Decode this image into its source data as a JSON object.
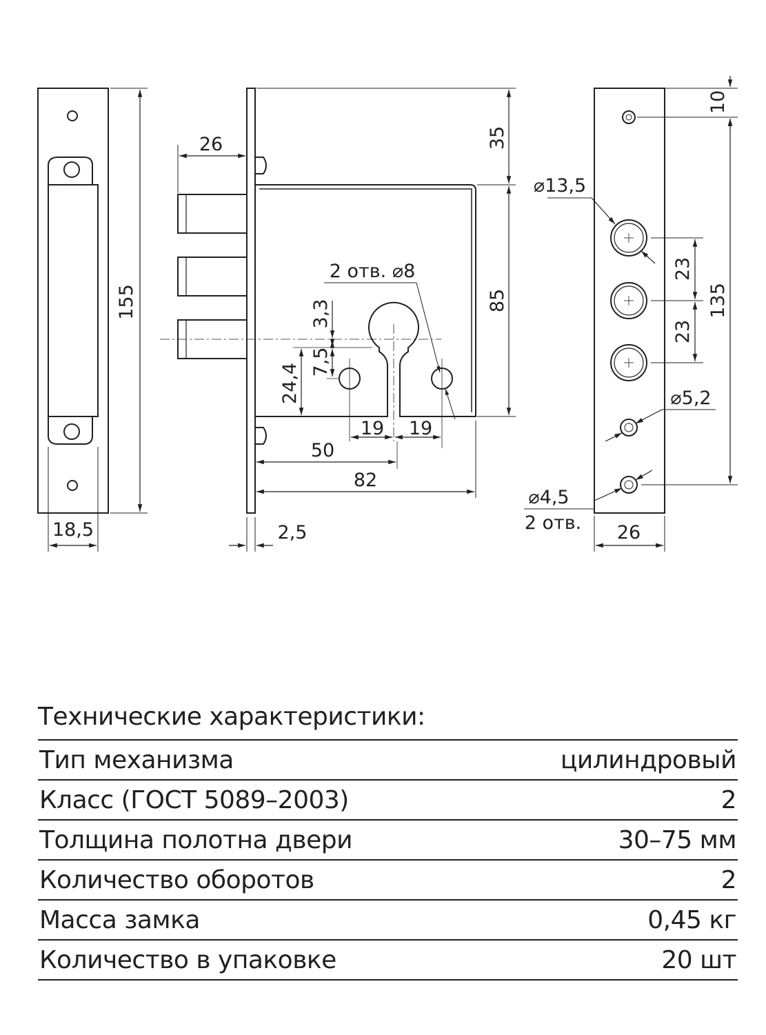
{
  "drawing": {
    "dims": {
      "faceplate_height": "155",
      "faceplate_width": "18,5",
      "backset": "26",
      "plate_thickness": "2,5",
      "top_offset": "35",
      "body_height": "85",
      "hole_note": "2 отв. ⌀8",
      "dim_3_3": "3,3",
      "dim_7_5": "7,5",
      "dim_24_4": "24,4",
      "dim_19_left": "19",
      "dim_19_right": "19",
      "dim_50": "50",
      "dim_82": "82",
      "dia_13_5": "⌀13,5",
      "pitch_23_a": "23",
      "pitch_23_b": "23",
      "span_135": "135",
      "top_10": "10",
      "dia_5_2": "⌀5,2",
      "dia_4_5": "⌀4,5",
      "holes_2": "2 отв.",
      "strike_width": "26"
    }
  },
  "specs": {
    "title": "Технические характеристики:",
    "rows": [
      {
        "label": "Тип механизма",
        "value": "цилиндровый"
      },
      {
        "label": "Класс (ГОСТ 5089–2003)",
        "value": "2"
      },
      {
        "label": "Толщина полотна двери",
        "value": "30–75 мм"
      },
      {
        "label": "Количество оборотов",
        "value": "2"
      },
      {
        "label": "Масса замка",
        "value": "0,45 кг"
      },
      {
        "label": "Количество в упаковке",
        "value": "20 шт"
      }
    ]
  }
}
